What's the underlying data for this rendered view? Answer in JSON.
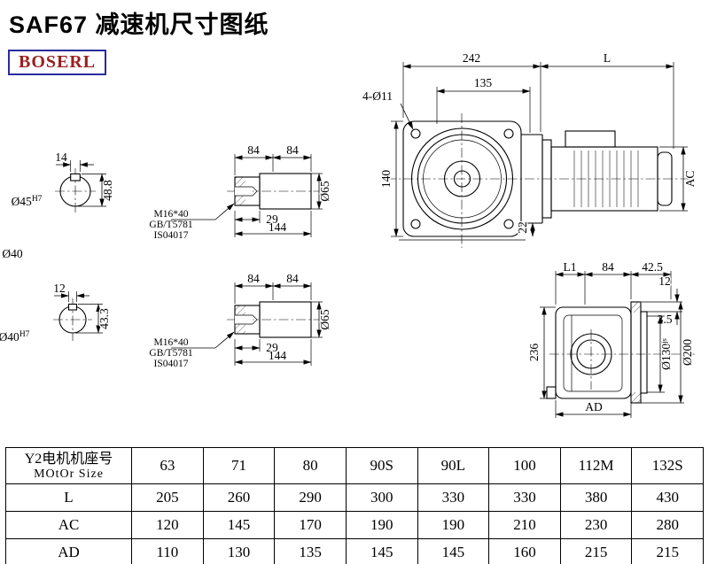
{
  "title": "SAF67 减速机尺寸图纸",
  "logo": "BOSERL",
  "front_view": {
    "dim_242": "242",
    "dim_l": "L",
    "dim_135": "135",
    "hole_note": "4-Ø11",
    "dim_140": "140",
    "dim_22": "22",
    "dim_ac": "AC"
  },
  "shaft_end_top": {
    "dim_14": "14",
    "dim_48_8": "48.8",
    "dia": "Ø45",
    "dia_tol": "H7",
    "dia_outer": "Ø40"
  },
  "shaft_end_bottom": {
    "dim_12": "12",
    "dim_43_3": "43.3",
    "dia": "Ø40",
    "dia_tol": "H7"
  },
  "shaft_detail_top": {
    "dim_84a": "84",
    "dim_84b": "84",
    "dim_29": "29",
    "dim_144": "144",
    "dia_65": "Ø65",
    "note_1": "M16*40",
    "note_2": "GB/T5781",
    "note_3": "IS04017"
  },
  "shaft_detail_bottom": {
    "dim_84a": "84",
    "dim_84b": "84",
    "dim_29": "29",
    "dim_144": "144",
    "dia_65": "Ø65",
    "note_1": "M16*40",
    "note_2": "GB/T5781",
    "note_3": "IS04017"
  },
  "side_view": {
    "dim_l1": "L1",
    "dim_84": "84",
    "dim_42_5": "42.5",
    "dim_12": "12",
    "dim_3_5": "3.5",
    "dim_236": "236",
    "dia_130": "Ø130",
    "dia_130_tol": "js",
    "dia_200": "Ø200",
    "dim_ad": "AD"
  },
  "table": {
    "header": {
      "label_line1": "Y2电机机座号",
      "label_line2": "MOtOr Size",
      "values": [
        "63",
        "71",
        "80",
        "90S",
        "90L",
        "100",
        "112M",
        "132S"
      ]
    },
    "rows": [
      {
        "label": "L",
        "values": [
          "205",
          "260",
          "290",
          "300",
          "330",
          "330",
          "380",
          "430"
        ]
      },
      {
        "label": "AC",
        "values": [
          "120",
          "145",
          "170",
          "190",
          "190",
          "210",
          "230",
          "280"
        ]
      },
      {
        "label": "AD",
        "values": [
          "110",
          "130",
          "135",
          "145",
          "145",
          "160",
          "215",
          "215"
        ]
      }
    ]
  }
}
